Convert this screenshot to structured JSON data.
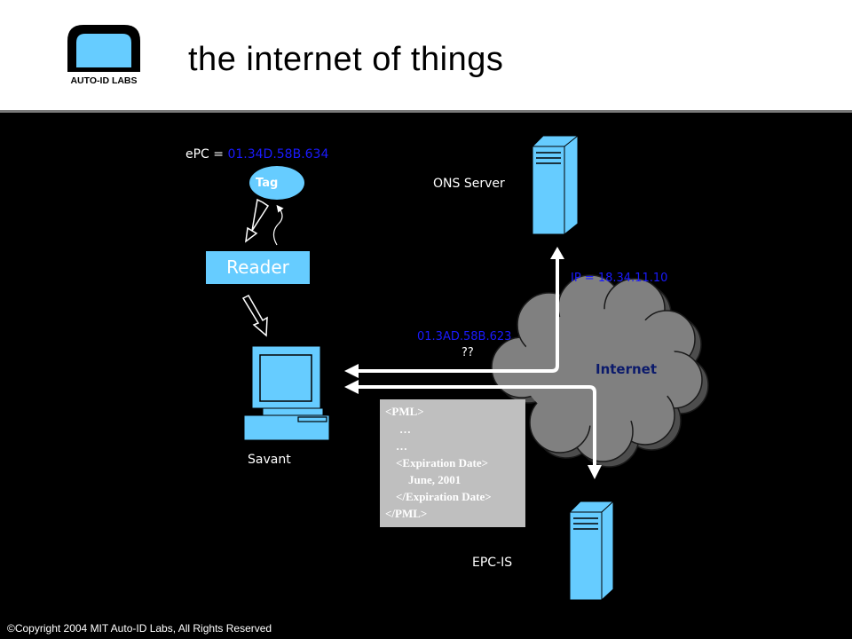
{
  "slide": {
    "title": "the internet of things",
    "logo_text": "AUTO-ID LABS",
    "copyright": "©Copyright 2004 MIT Auto-ID Labs, All Rights Reserved"
  },
  "diagram": {
    "epc_prefix": "ePC = ",
    "epc_value": "01.34D.58B.634",
    "tag_label": "Tag",
    "reader_label": "Reader",
    "ons_label": "ONS Server",
    "ip_text": "IP = 18.34.11.10",
    "query_text": "01.3AD.58B.623",
    "query_mark": "??",
    "internet_label": "Internet",
    "savant_label": "Savant",
    "epcis_label": "EPC-IS",
    "pml_lines": [
      "<PML>",
      "…",
      "…",
      "<Expiration Date>",
      "June, 2001",
      "</Expiration Date>",
      "</PML>"
    ]
  },
  "colors": {
    "background": "#000000",
    "device_blue": "#66ccff",
    "label_blue": "#1a1aff",
    "cloud": "#808080",
    "pml_box": "#bfbfbf"
  },
  "icons": [
    "auto-id-labs-logo",
    "server-icon",
    "computer-icon",
    "cloud-icon",
    "arrow-icon"
  ]
}
